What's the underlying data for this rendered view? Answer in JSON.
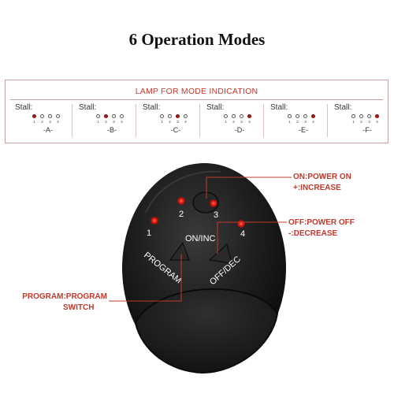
{
  "heading": "6 Operation Modes",
  "lamp_panel": {
    "title": "LAMP FOR MODE INDICATION",
    "modes": [
      {
        "stall_label": "Stall:",
        "letter": "-A-",
        "lit": 1
      },
      {
        "stall_label": "Stall:",
        "letter": "-B-",
        "lit": 2
      },
      {
        "stall_label": "Stall:",
        "letter": "-C-",
        "lit": 3
      },
      {
        "stall_label": "Stall:",
        "letter": "-D-",
        "lit": 4
      },
      {
        "stall_label": "Stall:",
        "letter": "-E-",
        "lit": 4
      },
      {
        "stall_label": "Stall:",
        "letter": "-F-",
        "lit": 4
      }
    ],
    "led_numbers": [
      "1",
      "2",
      "3",
      "4"
    ]
  },
  "device": {
    "led_labels": [
      "1",
      "2",
      "3",
      "4"
    ],
    "button_on_inc": "ON/INC",
    "button_program": "PROGRAM",
    "button_off_dec": "OFF/DEC"
  },
  "callouts": {
    "on_line1": "ON:POWER ON",
    "on_line2": "+:INCREASE",
    "off_line1": "OFF:POWER OFF",
    "off_line2": "-:DECREASE",
    "program_line1": "PROGRAM:PROGRAM",
    "program_line2": "SWITCH"
  },
  "colors": {
    "accent_red": "#c0392b",
    "led_red": "#e0201a",
    "device_body": "#1c1c1c"
  }
}
